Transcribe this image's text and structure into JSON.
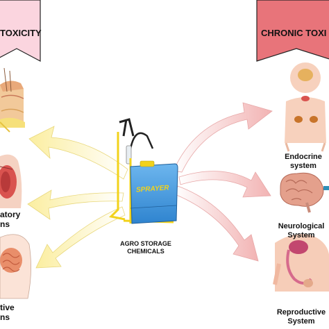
{
  "banners": {
    "acute": "TOXICITY",
    "chronic": "CHRONIC TOXI"
  },
  "center": {
    "sprayer_text": "SPRAYER",
    "caption_line1": "AGRO STORAGE",
    "caption_line2": "CHEMICALS"
  },
  "left_labels": {
    "respiratory_line1": "atory",
    "respiratory_line2": "ns",
    "digestive_line1": "tive",
    "digestive_line2": "ns"
  },
  "right_labels": {
    "endocrine_line1": "Endocrine",
    "endocrine_line2": "system",
    "neuro_line1": "Neurological",
    "neuro_line2": "System",
    "repro_line1": "Reproductive",
    "repro_line2": "System"
  },
  "colors": {
    "acute_banner": "#fbd5df",
    "chronic_banner": "#e8747a",
    "acute_arrow": "#fdf3b0",
    "chronic_arrow": "#f6c9c9",
    "sprayer_body": "#4a9fe0",
    "sprayer_frame": "#f2d21b"
  }
}
